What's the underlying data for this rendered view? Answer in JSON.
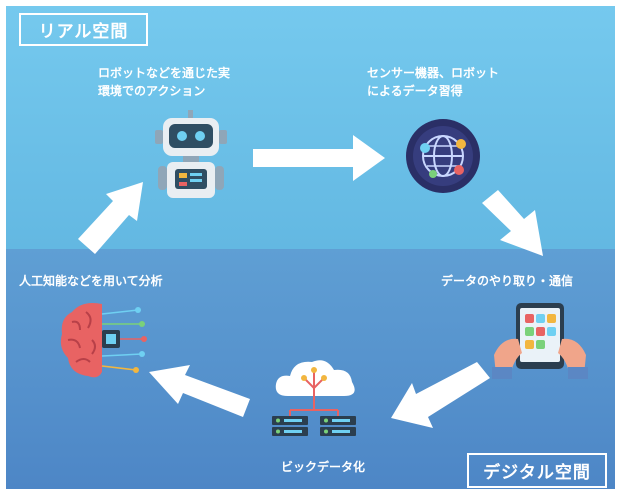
{
  "regions": {
    "real_label": "リアル空間",
    "digital_label": "デジタル空間"
  },
  "steps": {
    "robot_action": {
      "line1": "ロボットなどを通じた実",
      "line2": "環境でのアクション"
    },
    "sensor_acquisition": {
      "line1": "センサー機器、ロボット",
      "line2": "によるデータ習得"
    },
    "data_exchange": "データのやり取り・通信",
    "big_data": "ビックデータ化",
    "ai_analysis": "人工知能などを用いて分析"
  },
  "colors": {
    "real_bg": "#6cc1ea",
    "digital_bg": "#5591cb",
    "arrow": "#ffffff"
  },
  "icons": [
    "robot-icon",
    "globe-network-icon",
    "tablet-hands-icon",
    "cloud-server-icon",
    "ai-brain-icon"
  ]
}
